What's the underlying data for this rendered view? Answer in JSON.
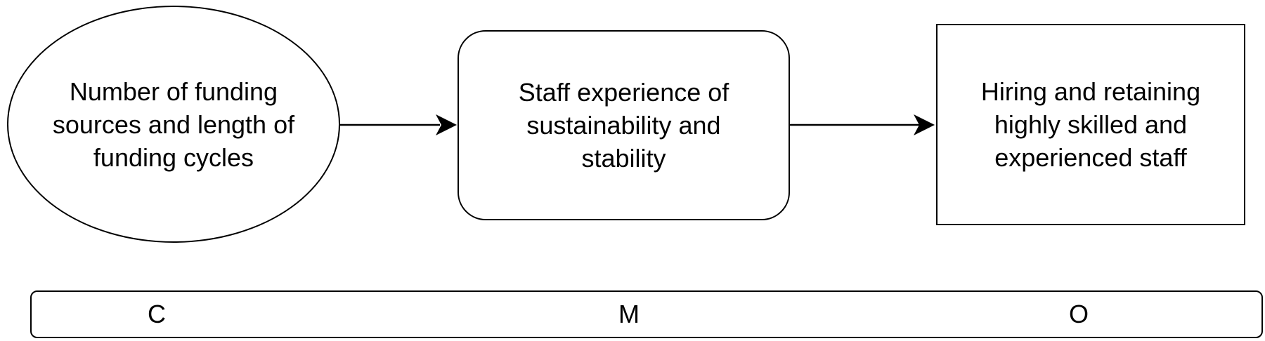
{
  "diagram": {
    "context": "Number of funding\nsources and length of\nfunding cycles",
    "mechanism": "Staff experience of\nsustainability and\nstability",
    "outcome": "Hiring and retaining\nhighly skilled and\nexperienced staff"
  },
  "cmo_bar": {
    "c": "C",
    "m": "M",
    "o": "O"
  }
}
